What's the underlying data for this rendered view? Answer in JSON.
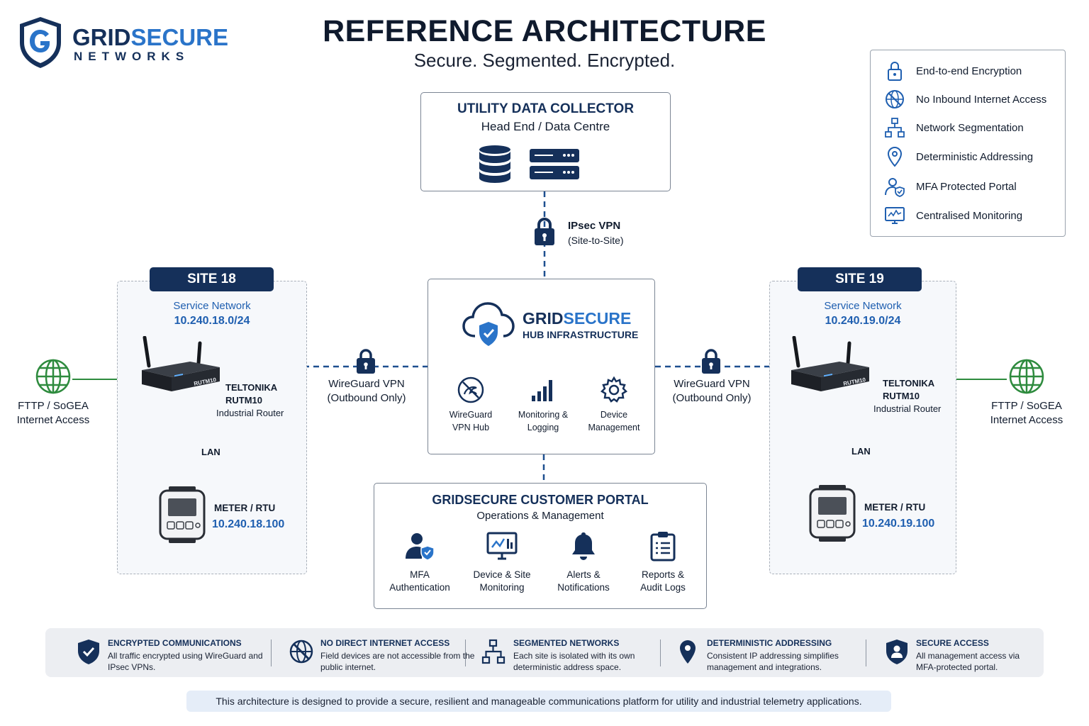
{
  "logo": {
    "word1a": "GRID",
    "word1b": "SECURE",
    "word2": "NETWORKS"
  },
  "header": {
    "title": "REFERENCE ARCHITECTURE",
    "subtitle": "Secure. Segmented. Encrypted."
  },
  "legend": [
    {
      "label": "End-to-end Encryption",
      "icon": "padlock-icon"
    },
    {
      "label": "No Inbound Internet Access",
      "icon": "no-globe-icon"
    },
    {
      "label": "Network Segmentation",
      "icon": "network-tree-icon"
    },
    {
      "label": "Deterministic Addressing",
      "icon": "location-pin-icon"
    },
    {
      "label": "MFA Protected Portal",
      "icon": "user-shield-icon"
    },
    {
      "label": "Centralised Monitoring",
      "icon": "monitor-chart-icon"
    }
  ],
  "collector": {
    "title": "UTILITY DATA COLLECTOR",
    "subtitle": "Head End / Data Centre"
  },
  "ipsec": {
    "line1": "IPsec VPN",
    "line2": "(Site-to-Site)"
  },
  "hub": {
    "brand_a": "GRID",
    "brand_b": "SECURE",
    "sub": "HUB INFRASTRUCTURE",
    "items": [
      {
        "line1": "WireGuard",
        "line2": "VPN Hub",
        "icon": "wireguard-icon"
      },
      {
        "line1": "Monitoring &",
        "line2": "Logging",
        "icon": "bar-chart-icon"
      },
      {
        "line1": "Device",
        "line2": "Management",
        "icon": "gear-icon"
      }
    ]
  },
  "wireguard": {
    "line1": "WireGuard VPN",
    "line2": "(Outbound Only)"
  },
  "sites": [
    {
      "tab": "SITE 18",
      "service": "Service Network",
      "subnet": "10.240.18.0/24",
      "router_brand": "TELTONIKA",
      "router_model": "RUTM10",
      "router_type": "Industrial Router",
      "router_face": "RUTM10",
      "lan": "LAN",
      "meter": "METER / RTU",
      "meter_ip": "10.240.18.100"
    },
    {
      "tab": "SITE 19",
      "service": "Service Network",
      "subnet": "10.240.19.0/24",
      "router_brand": "TELTONIKA",
      "router_model": "RUTM10",
      "router_type": "Industrial Router",
      "router_face": "RUTM10",
      "lan": "LAN",
      "meter": "METER / RTU",
      "meter_ip": "10.240.19.100"
    }
  ],
  "internet": {
    "line1": "FTTP / SoGEA",
    "line2": "Internet Access"
  },
  "portal": {
    "title": "GRIDSECURE CUSTOMER PORTAL",
    "subtitle": "Operations & Management",
    "items": [
      {
        "line1": "MFA",
        "line2": "Authentication",
        "icon": "user-shield-icon"
      },
      {
        "line1": "Device & Site",
        "line2": "Monitoring",
        "icon": "monitor-chart-icon"
      },
      {
        "line1": "Alerts &",
        "line2": "Notifications",
        "icon": "bell-icon"
      },
      {
        "line1": "Reports &",
        "line2": "Audit Logs",
        "icon": "clipboard-icon"
      }
    ]
  },
  "features": [
    {
      "title": "ENCRYPTED COMMUNICATIONS",
      "desc": "All traffic encrypted using WireGuard and IPsec VPNs.",
      "icon": "shield-check-icon"
    },
    {
      "title": "NO DIRECT INTERNET ACCESS",
      "desc": "Field devices are not accessible from the public internet.",
      "icon": "no-globe-icon"
    },
    {
      "title": "SEGMENTED NETWORKS",
      "desc": "Each site is isolated with its own deterministic address space.",
      "icon": "network-tree-icon"
    },
    {
      "title": "DETERMINISTIC ADDRESSING",
      "desc": "Consistent IP addressing simplifies management and integrations.",
      "icon": "location-pin-icon"
    },
    {
      "title": "SECURE ACCESS",
      "desc": "All management access via MFA-protected portal.",
      "icon": "shield-user-icon"
    }
  ],
  "footnote": "This architecture is designed to provide a secure, resilient and manageable communications platform for utility and industrial telemetry applications.",
  "colors": {
    "navy": "#15305a",
    "accent": "#2a74c9",
    "green": "#2e8b3e"
  }
}
